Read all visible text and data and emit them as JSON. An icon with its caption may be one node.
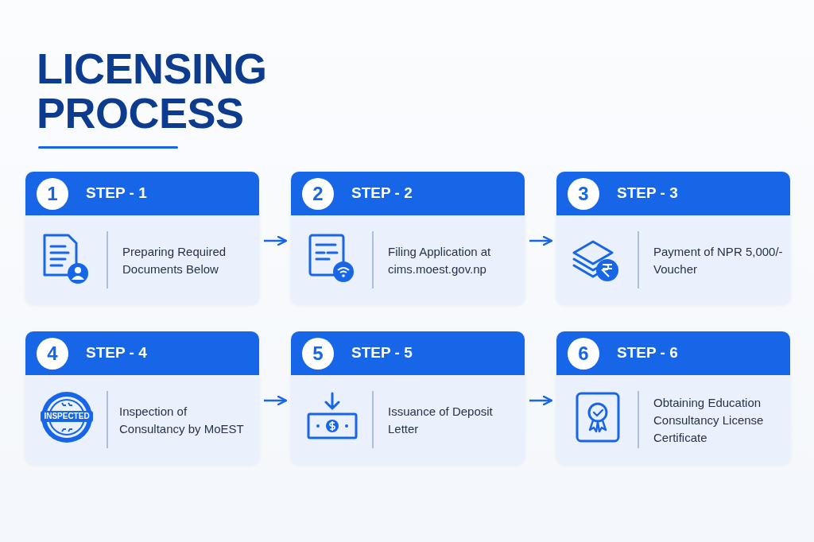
{
  "diagram": {
    "title": "LICENSING PROCESS",
    "nodes": [
      {
        "text": [
          "1",
          "STEP - 1",
          "Preparing Required Documents Below"
        ]
      },
      {
        "text": [
          "2",
          "STEP - 2",
          "Filing Application at cims.moest.gov.np"
        ]
      },
      {
        "text": [
          "3",
          "STEP - 3",
          "Payment of NPR 5,000/- Voucher"
        ]
      },
      {
        "text": [
          "4",
          "STEP - 4",
          "Inspection of Consultancy by MoEST"
        ]
      },
      {
        "text": [
          "5",
          "STEP - 5",
          "Issuance of Deposit Letter"
        ]
      },
      {
        "text": [
          "6",
          "STEP - 6",
          "Obtaining Education Consultancy License Certificate"
        ]
      }
    ],
    "edges": [
      {
        "from": 0,
        "to": 1,
        "arrow": "to"
      },
      {
        "from": 1,
        "to": 2,
        "arrow": "to"
      },
      {
        "from": 3,
        "to": 4,
        "arrow": "to"
      },
      {
        "from": 4,
        "to": 5,
        "arrow": "to"
      }
    ],
    "labels": [
      "INSPECTED"
    ]
  }
}
